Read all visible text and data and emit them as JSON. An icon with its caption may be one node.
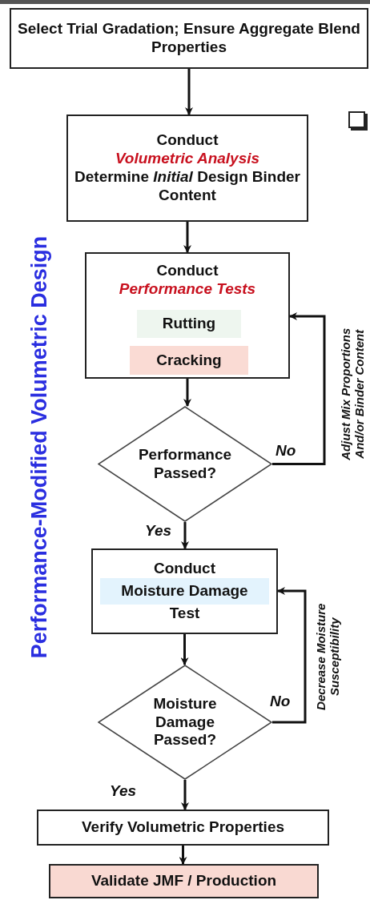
{
  "diagram": {
    "nodes": [
      {
        "text": [
          "Select Trial Gradation; Ensure Aggregate Blend Properties"
        ]
      },
      {
        "text": [
          "Conduct",
          "Volumetric Analysis",
          "Determine *Initial* Design Binder Content"
        ]
      },
      {
        "text": [
          "Conduct",
          "Performance Tests"
        ]
      },
      {
        "text": [
          "Rutting"
        ],
        "in": 2
      },
      {
        "text": [
          "Cracking"
        ],
        "in": 2
      },
      {
        "text": [
          "Performance Passed?"
        ]
      },
      {
        "text": [
          "Conduct",
          "Test"
        ]
      },
      {
        "text": [
          "Moisture Damage"
        ],
        "in": 6
      },
      {
        "text": [
          "Moisture Damage Passed?"
        ]
      },
      {
        "text": [
          "Verify Volumetric Properties"
        ]
      },
      {
        "text": [
          "Validate JMF / Production"
        ]
      }
    ],
    "edges": [
      {
        "from": 0,
        "to": 1,
        "arrow": "to"
      },
      {
        "from": 1,
        "to": 2,
        "arrow": "to"
      },
      {
        "from": 2,
        "to": 5,
        "arrow": "to"
      },
      {
        "from": 5,
        "to": 6,
        "arrow": "to",
        "label": "Yes"
      },
      {
        "from": 5,
        "to": 2,
        "arrow": "to",
        "label": "No"
      },
      {
        "from": 6,
        "to": 8,
        "arrow": "to"
      },
      {
        "from": 8,
        "to": 9,
        "arrow": "to",
        "label": "Yes"
      },
      {
        "from": 8,
        "to": 6,
        "arrow": "to",
        "label": "No"
      },
      {
        "from": 9,
        "to": 10,
        "arrow": "to"
      }
    ],
    "labels": [
      "Performance-Modified Volumetric Design",
      "Adjust Mix Proportions And/or Binder Content",
      "Decrease Moisture Susceptibility"
    ]
  }
}
